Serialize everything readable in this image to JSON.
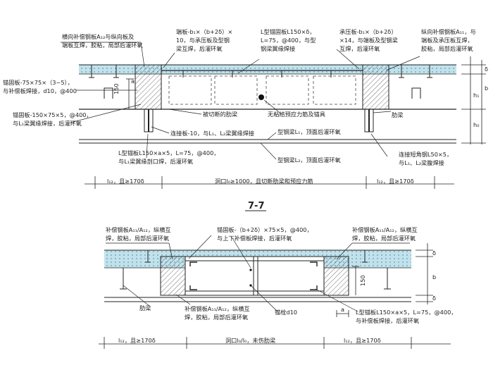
{
  "section_title": "7-7",
  "top": {
    "labels": {
      "lbl_a1": "横向补偿钢板A₁₂与纵向板及",
      "lbl_a2": "端板互焊，胶粘，局部后灌环氧",
      "lbl_b1": "端板-b₁×（b+2δ）×",
      "lbl_b2": "10，与承压板及型钢",
      "lbl_b3": "梁互焊，后灌环氧",
      "lbl_c1": "L型锚固板L150×δ，",
      "lbl_c2": "L=75，@400，与型",
      "lbl_c3": "钢梁翼缘焊接",
      "lbl_d1": "承压板-b₁×（b+2δ）",
      "lbl_d2": "×14，与端板及型钢梁",
      "lbl_d3": "互焊，后灌环氧",
      "lbl_e1": "纵向补偿钢板A₁₁，与",
      "lbl_e2": "端板及承压板互焊，",
      "lbl_e3": "胶粘，局部后灌环氧",
      "lbl_f1": "锚固板-75×75×（3~5），",
      "lbl_f2": "与补偿板焊接，d10，@400",
      "lbl_g1": "锚固板-150×75×5，@400，",
      "lbl_g2": "与L₁梁翼缘焊接，后灌环氧",
      "lbl_h": "被切断的肋梁",
      "lbl_i": "无粘结预应力筋及锚具",
      "lbl_j": "肋梁",
      "lbl_k": "连接板-10，与L₁、L₂梁翼缘焊接",
      "lbl_l": "型钢梁L₁，顶面后灌环氧",
      "lbl_m1": "L型锚板L150×a×5，L=75，@400，",
      "lbl_m2": "与L₁梁翼缘剖口焊，后灌环氧",
      "lbl_n": "型钢梁L₂，顶面后灌环氧",
      "lbl_o1": "连接短角钢L50×5，",
      "lbl_o2": "与L₁、L₂梁腹焊接",
      "dim_150": "150",
      "dim_a": "a",
      "dim_delta": "δ",
      "dim_b": "b",
      "dim_h1": "h₁",
      "dim_h0": "h₀",
      "dim_left": "l₁₂，且≥170δ",
      "dim_mid": "洞口l₀≥1000，且切断肋梁和预应力筋",
      "dim_right": "l₁₂，且≥170δ"
    }
  },
  "bottom": {
    "labels": {
      "lbl_p1": "补偿钢板A₁₁/A₁₂，纵横互",
      "lbl_p2": "焊，胶粘，局部后灌环氧",
      "lbl_q1": "锚固板-（b+2δ）×75×5，@400，",
      "lbl_q2": "与上下补偿板焊接，后灌环氧",
      "lbl_r1": "补偿钢板A₁₁/A₁₂，纵横互",
      "lbl_r2": "焊，胶粘，局部后灌环氧",
      "lbl_s": "肋梁",
      "lbl_t1": "补偿钢板A₁₁/A₁₂，纵横互",
      "lbl_t2": "焊，胶粘，局部后灌环氧",
      "lbl_u": "锚栓d10",
      "lbl_v1": "L型锚板L150×a×5，L=75，@400，",
      "lbl_v2": "与补偿板焊接，后灌环氧",
      "dim_150": "150",
      "dim_a": "a",
      "dim_delta1": "δ",
      "dim_b": "b",
      "dim_delta2": "δ",
      "dim_left": "l₁₂，且≥170δ",
      "dim_mid": "洞口l₀/l₀，未伤肋梁",
      "dim_right": "l₁₂，且≥170δ"
    }
  }
}
